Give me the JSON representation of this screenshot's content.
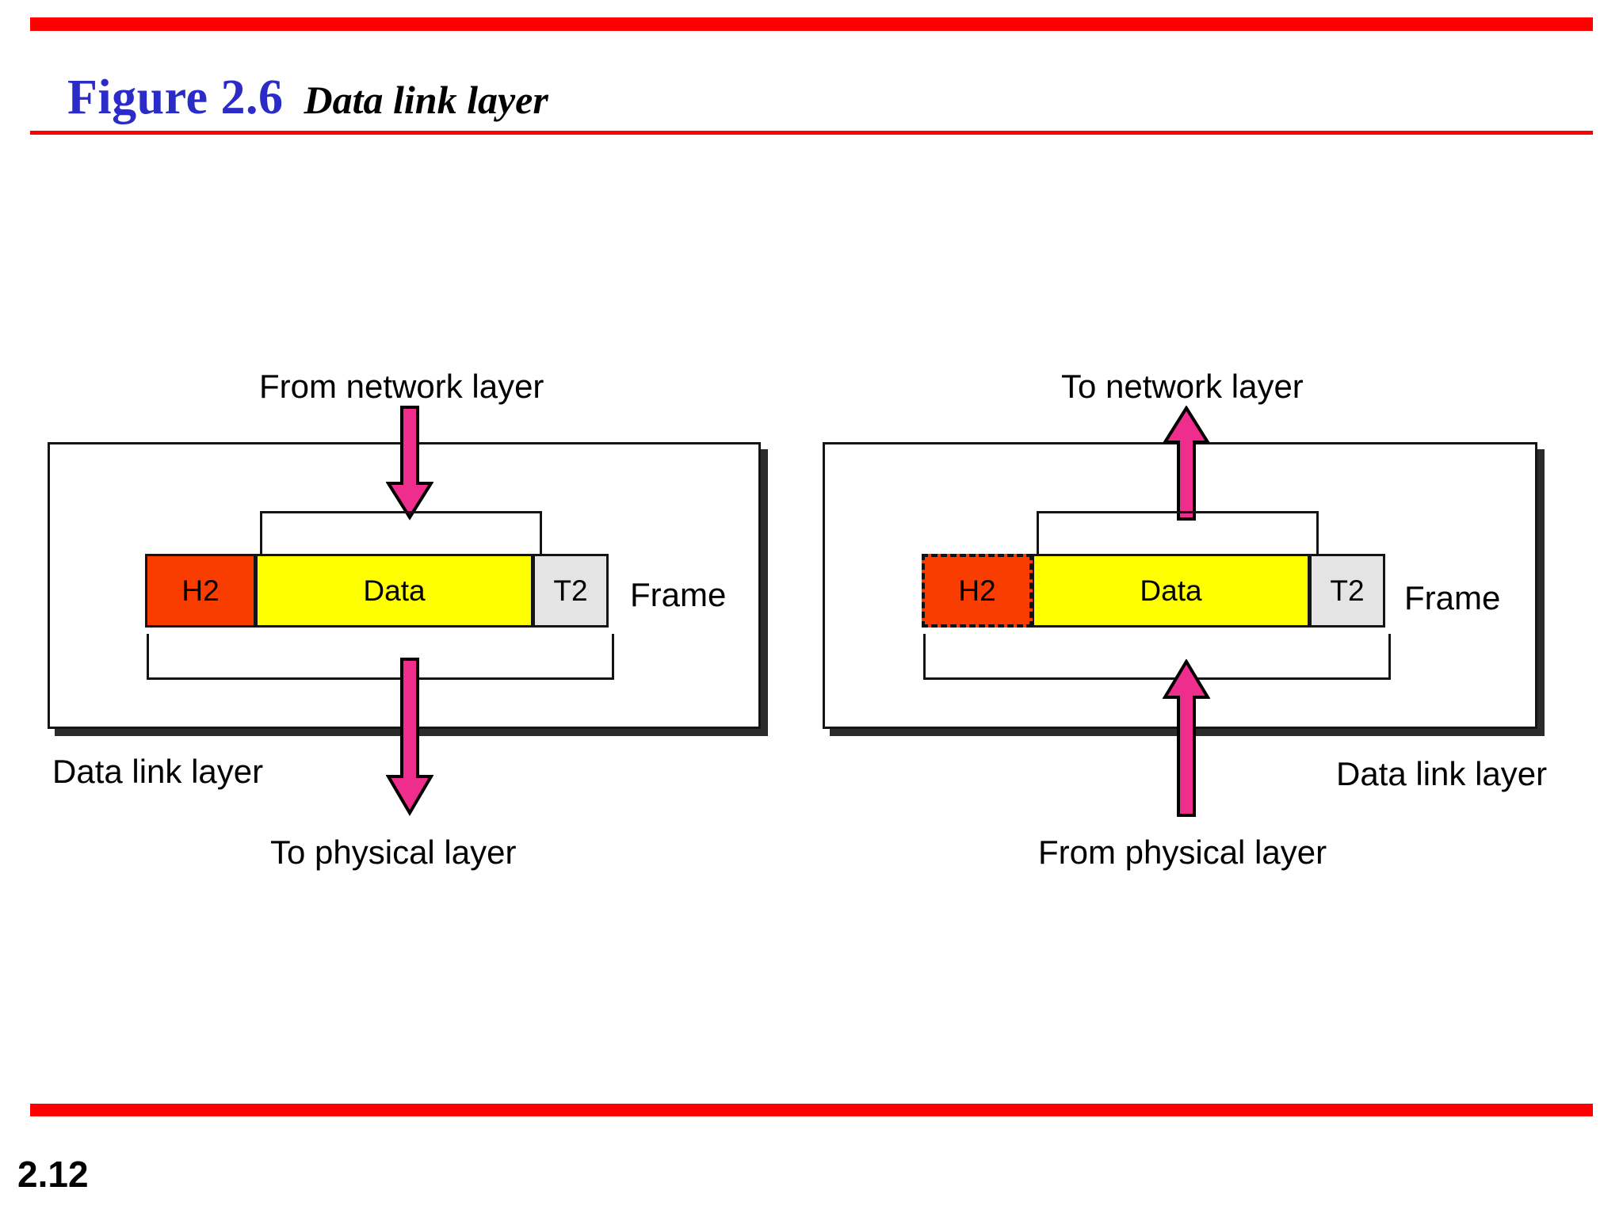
{
  "slide": {
    "page_number": "2.12",
    "accent_color": "#FE0000",
    "title_number": "Figure 2.6",
    "title_text": "Data link layer"
  },
  "diagram": {
    "type": "layered-protocol-encapsulation",
    "arrow_color": "#EE2D8C",
    "panels": [
      {
        "id": "sender",
        "side": "left",
        "layer_label": "Data link layer",
        "in_label": "From network layer",
        "out_label": "To physical layer",
        "in_direction": "down",
        "out_direction": "down",
        "frame_label": "Frame",
        "cells": [
          {
            "text": "H2",
            "color": "#F93D00",
            "border": "solid"
          },
          {
            "text": "Data",
            "color": "#FFFF00",
            "border": "solid"
          },
          {
            "text": "T2",
            "color": "#E4E4E4",
            "border": "solid"
          }
        ]
      },
      {
        "id": "receiver",
        "side": "right",
        "layer_label": "Data link layer",
        "in_label": "From physical layer",
        "out_label": "To network layer",
        "in_direction": "up",
        "out_direction": "up",
        "frame_label": "Frame",
        "cells": [
          {
            "text": "H2",
            "color": "#F93D00",
            "border": "dashed"
          },
          {
            "text": "Data",
            "color": "#FFFF00",
            "border": "solid"
          },
          {
            "text": "T2",
            "color": "#E4E4E4",
            "border": "solid"
          }
        ]
      }
    ]
  }
}
